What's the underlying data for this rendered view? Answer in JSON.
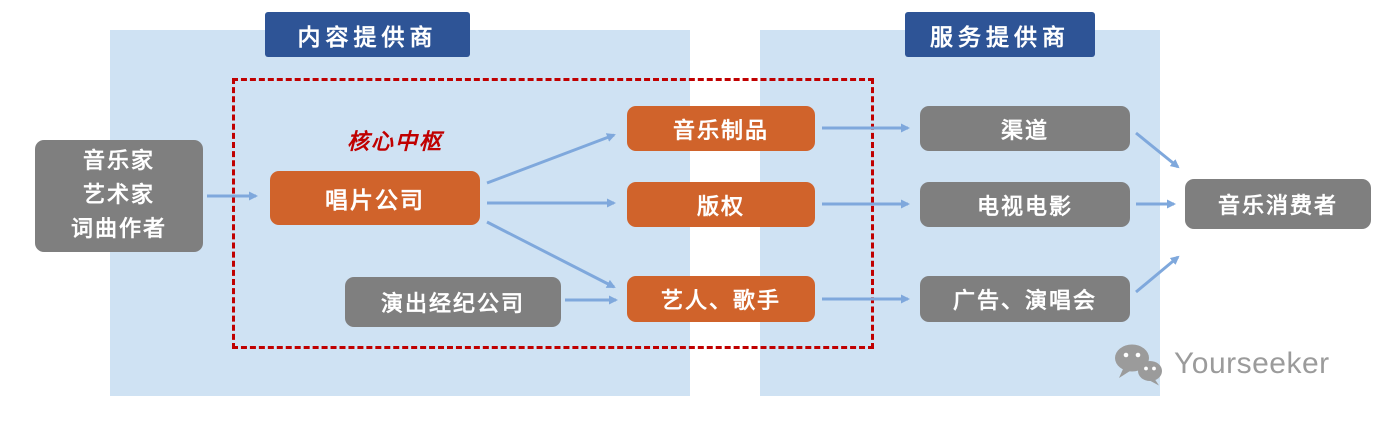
{
  "headers": {
    "content_provider": "内容提供商",
    "service_provider": "服务提供商"
  },
  "core_hub_label": "核心中枢",
  "nodes": {
    "creators": "音乐家\n艺术家\n词曲作者",
    "record_company": "唱片公司",
    "performance_agency": "演出经纪公司",
    "music_products": "音乐制品",
    "copyright": "版权",
    "artists_singers": "艺人、歌手",
    "channels": "渠道",
    "tv_movies": "电视电影",
    "ads_concerts": "广告、演唱会",
    "music_consumers": "音乐消费者"
  },
  "watermark": {
    "text": "Yourseeker"
  },
  "colors": {
    "panel_background": "#cfe2f3",
    "header_blue": "#2e5496",
    "node_orange": "#d0632b",
    "node_gray": "#7f7f7f",
    "core_hub_red": "#c00000",
    "dashed_border_red": "#c00000",
    "arrow_blue": "#7fa8dc",
    "watermark_gray": "#9b9b9b"
  }
}
